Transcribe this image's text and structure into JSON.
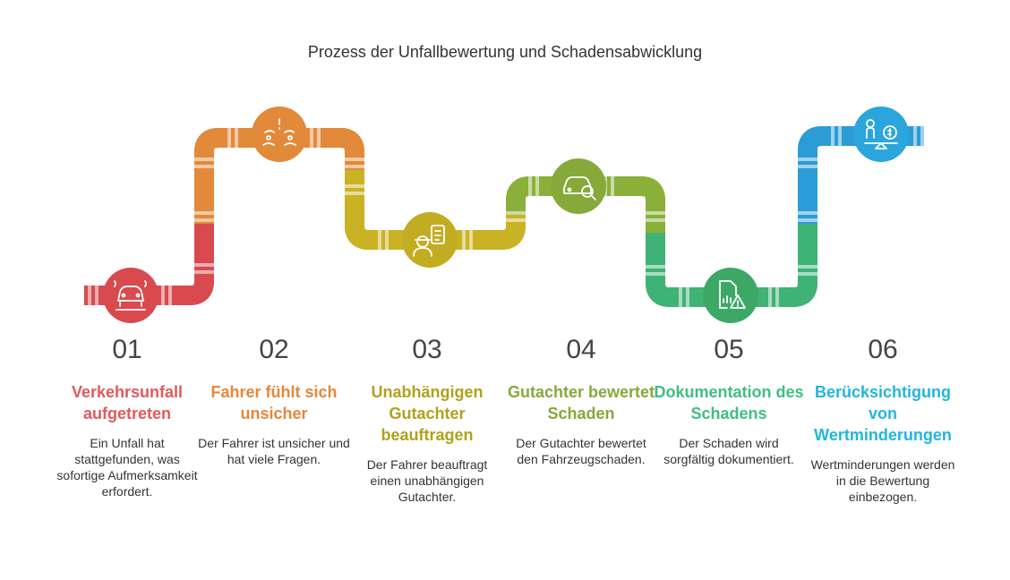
{
  "title": "Prozess der Unfallbewertung und Schadensabwicklung",
  "steps": [
    {
      "number": "01",
      "heading": "Verkehrsunfall aufgetreten",
      "description": "Ein Unfall hat stattgefunden, was sofortige Aufmerksamkeit erfordert.",
      "color": "#e05a5e",
      "icon": "car-crash-icon"
    },
    {
      "number": "02",
      "heading": "Fahrer fühlt sich unsicher",
      "description": "Der Fahrer ist unsicher und hat viele Fragen.",
      "color": "#e8863a",
      "icon": "confused-driver-icon"
    },
    {
      "number": "03",
      "heading": "Unabhängigen Gutachter beauftragen",
      "description": "Der Fahrer beauftragt einen unabhängigen Gutachter.",
      "color": "#b8a81e",
      "icon": "appraiser-clipboard-icon"
    },
    {
      "number": "04",
      "heading": "Gutachter bewertet Schaden",
      "description": "Der Gutachter bewertet den Fahrzeugschaden.",
      "color": "#86a93a",
      "icon": "car-inspection-icon"
    },
    {
      "number": "05",
      "heading": "Dokumentation des Schadens",
      "description": "Der Schaden wird sorgfältig dokumentiert.",
      "color": "#3fbf82",
      "icon": "damage-document-icon"
    },
    {
      "number": "06",
      "heading": "Berücksichtigung von Wertminderungen",
      "description": "Wertminderungen werden in die Bewertung einbezogen.",
      "color": "#22b5dc",
      "icon": "value-scale-icon"
    }
  ]
}
